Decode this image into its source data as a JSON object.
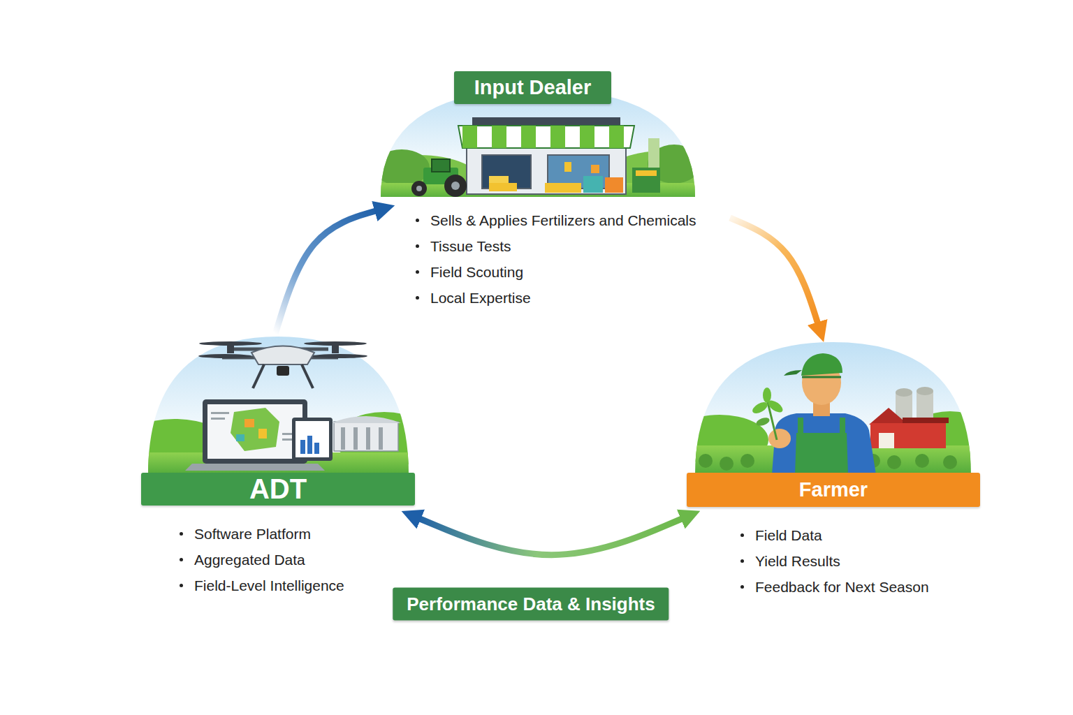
{
  "diagram": {
    "nodes": [
      {
        "text": [
          "Input Dealer",
          "Sells & Applies Fertilizers and Chemicals",
          "Tissue Tests",
          "Field Scouting",
          "Local Expertise"
        ]
      },
      {
        "text": [
          "Farmer",
          "Field Data",
          "Yield Results",
          "Feedback for Next Season"
        ]
      },
      {
        "text": [
          "ADT",
          "Software Platform",
          "Aggregated Data",
          "Field-Level Intelligence"
        ]
      }
    ],
    "edges": [
      {
        "from": 2,
        "to": 0,
        "arrow": "to"
      },
      {
        "from": 0,
        "to": 1,
        "arrow": "to"
      },
      {
        "from": 2,
        "to": 1,
        "label": "Performance Data & Insights",
        "arrow": "both"
      }
    ]
  }
}
